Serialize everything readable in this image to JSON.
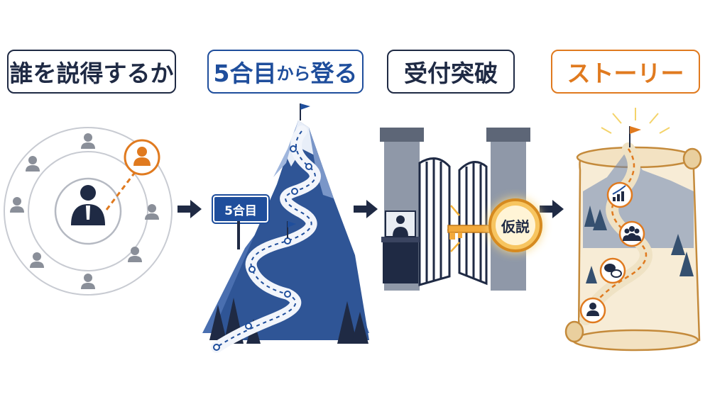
{
  "steps": [
    {
      "title": "誰を説得するか"
    },
    {
      "title_main": "5合目",
      "title_small": "から",
      "title_end": "登る"
    },
    {
      "title": "受付突破"
    },
    {
      "title": "ストーリー"
    }
  ],
  "mountain": {
    "sign_label": "5合目"
  },
  "gate": {
    "key_label": "仮説"
  },
  "colors": {
    "navy": "#1f2a44",
    "blue": "#1f4e9c",
    "orange": "#e07a1f",
    "gray": "#8a8f99"
  }
}
